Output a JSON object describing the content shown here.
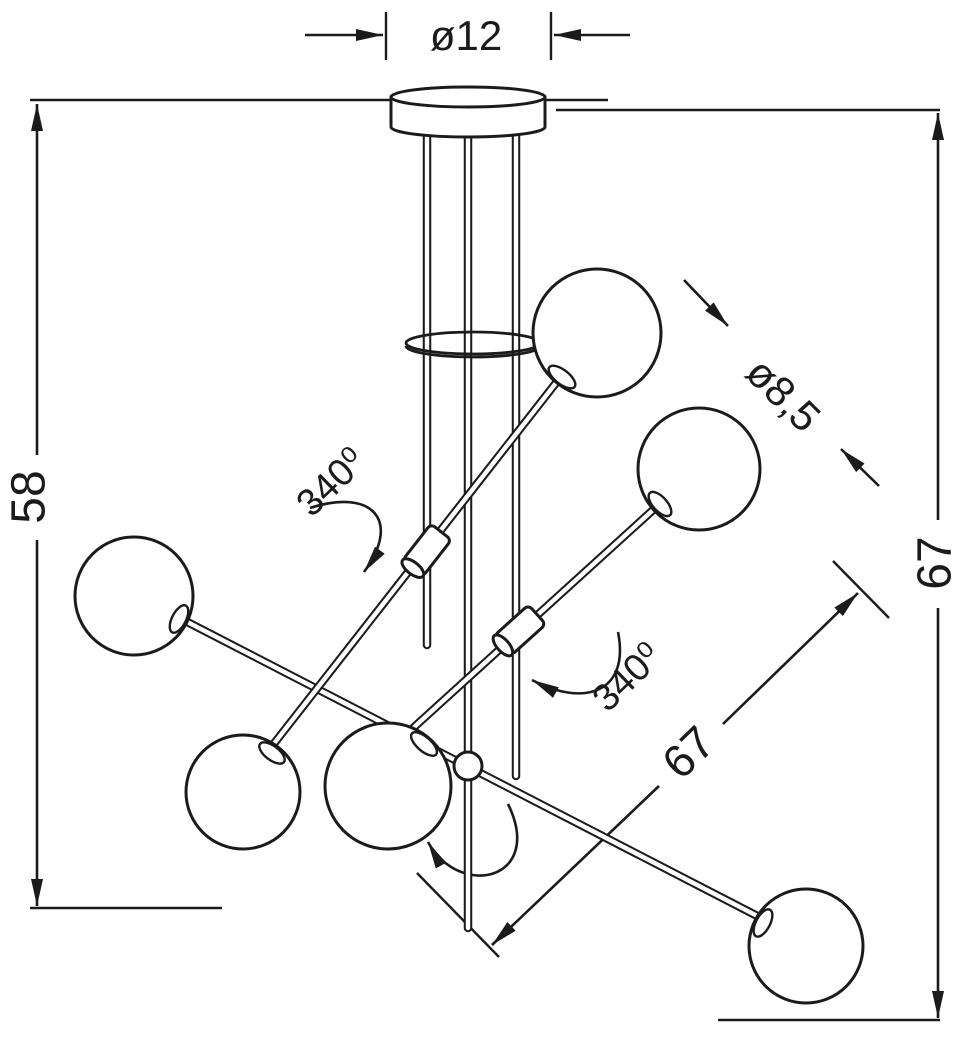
{
  "diagram": {
    "type": "technical-dimension-drawing",
    "subject": "six-light sputnik ceiling lamp",
    "colors": {
      "line": "#1b1b1b",
      "background": "#ffffff"
    },
    "labels": {
      "canopy_diameter": "ø12",
      "overall_height": "58",
      "drop_height": "67",
      "shade_diameter": "ø8,5",
      "arm_length": "67",
      "swivel_angle_left": "340⁰",
      "swivel_angle_right": "340⁰"
    }
  }
}
